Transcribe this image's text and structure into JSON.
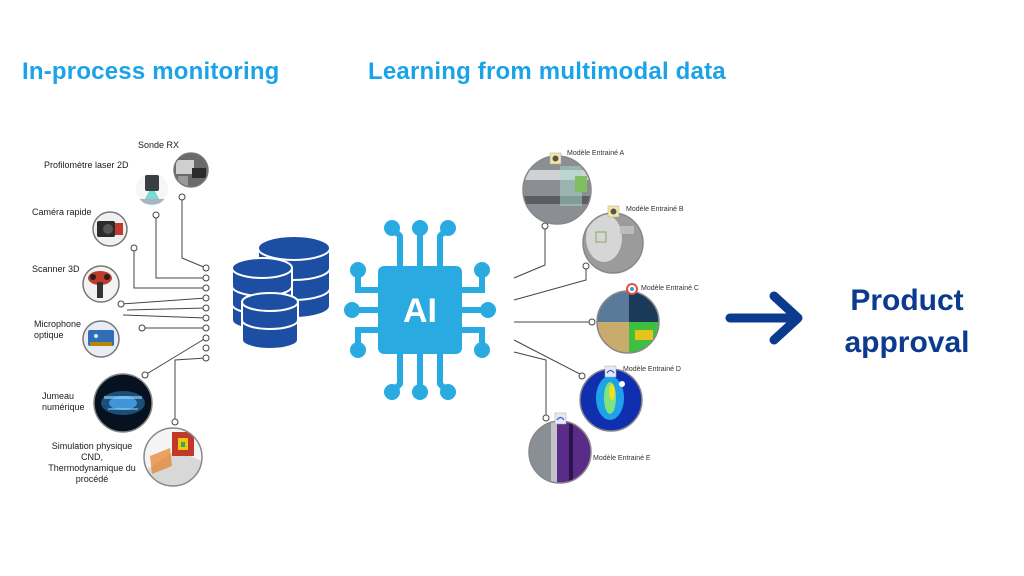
{
  "colors": {
    "title_blue": "#1aa3e8",
    "dark_blue": "#0b3a8e",
    "db_blue": "#1c4fa3",
    "ai_cyan": "#29abe2"
  },
  "titles": {
    "left": "In-process monitoring",
    "right": "Learning from multimodal data"
  },
  "sources": [
    {
      "label": "Sonde RX",
      "icon": "xray-probe-photo"
    },
    {
      "label": "Profilomètre laser 2D",
      "icon": "laser-profilometer-photo"
    },
    {
      "label": "Caméra rapide",
      "icon": "high-speed-camera-photo"
    },
    {
      "label": "Scanner 3D",
      "icon": "3d-scanner-photo"
    },
    {
      "label": "Microphone\noptique",
      "icon": "optical-microphone-photo"
    },
    {
      "label": "Jumeau\nnumérique",
      "icon": "digital-twin-render"
    },
    {
      "label": "Simulation physique\nCND,\nThermodynamique du\nprocédé",
      "icon": "simulation-render"
    }
  ],
  "ai_chip_label": "AI",
  "database_icon": "database-icon",
  "models": [
    {
      "label": "Modèle  Entrainé A"
    },
    {
      "label": "Modèle  Entrainé B"
    },
    {
      "label": "Modèle  Entrainé C"
    },
    {
      "label": "Modèle  Entrainé D"
    },
    {
      "label": "Modèle  Entrainé E"
    }
  ],
  "result": {
    "line1": "Product",
    "line2": "approval"
  }
}
